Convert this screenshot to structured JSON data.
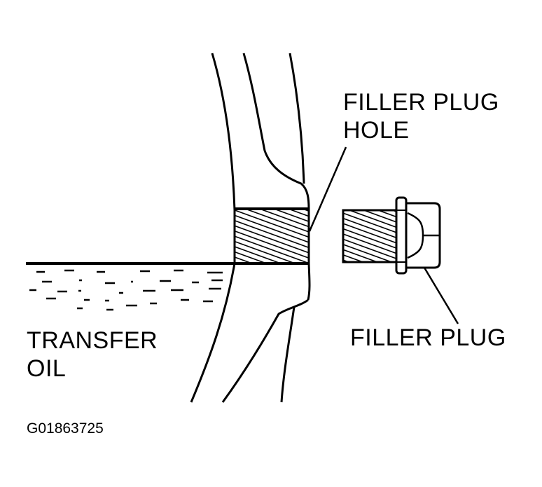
{
  "labels": {
    "filler_plug_hole_line1": "FILLER PLUG",
    "filler_plug_hole_line2": "HOLE",
    "filler_plug": "FILLER PLUG",
    "transfer_oil_line1": "TRANSFER",
    "transfer_oil_line2": "OIL"
  },
  "figure_id": "G01863725",
  "colors": {
    "ink": "#000000",
    "paper": "#ffffff"
  }
}
